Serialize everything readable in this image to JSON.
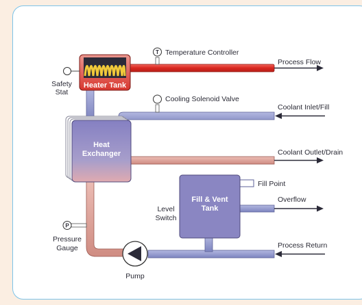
{
  "colors": {
    "hot_pipe": "#e0322a",
    "cool_pipe": "#8f96c9",
    "warm_pipe": "#dd9f96",
    "tank_fill": "#8a86c2",
    "panel_border": "#7cc3e8",
    "page_bg": "#fbeee2"
  },
  "labels": {
    "temperature_controller": "Temperature Controller",
    "temperature_symbol": "T",
    "safety_stat_line1": "Safety",
    "safety_stat_line2": "Stat",
    "heater_tank": "Heater Tank",
    "cooling_solenoid_valve": "Cooling Solenoid Valve",
    "heat_exchanger_line1": "Heat",
    "heat_exchanger_line2": "Exchanger",
    "fill_vent_tank_line1": "Fill & Vent",
    "fill_vent_tank_line2": "Tank",
    "fill_point": "Fill Point",
    "level_switch_line1": "Level",
    "level_switch_line2": "Switch",
    "pressure_symbol": "P",
    "pressure_gauge_line1": "Pressure",
    "pressure_gauge_line2": "Gauge",
    "pump": "Pump"
  },
  "flows": {
    "process_flow": "Process Flow",
    "coolant_inlet": "Coolant Inlet/Fill",
    "coolant_outlet": "Coolant Outlet/Drain",
    "overflow": "Overflow",
    "process_return": "Process Return"
  },
  "icons": [
    "coil-icon",
    "arrow-right-icon",
    "arrow-left-icon",
    "pump-triangle-icon",
    "gauge-icon",
    "sensor-icon"
  ]
}
